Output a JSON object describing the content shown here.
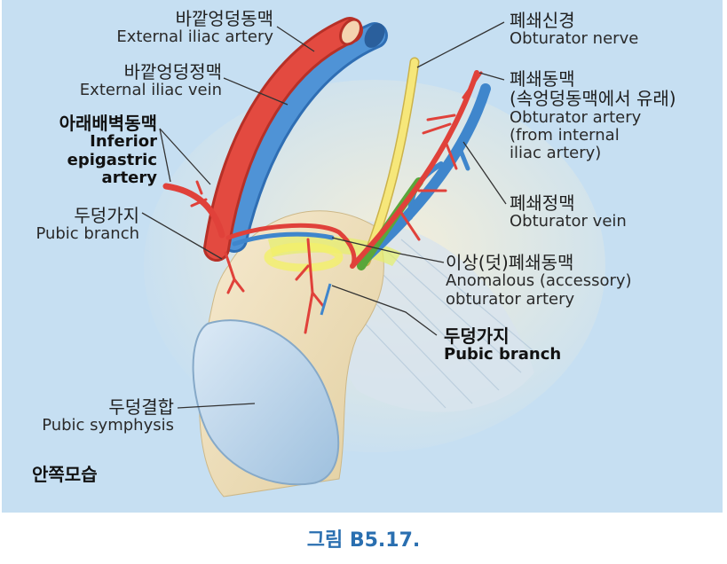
{
  "labels": {
    "ext_iliac_artery": {
      "ko": "바깥엉덩동맥",
      "en": "External iliac artery"
    },
    "ext_iliac_vein": {
      "ko": "바깥엉덩정맥",
      "en": "External iliac vein"
    },
    "inf_epigastric": {
      "ko": "아래배벽동맥",
      "en1": "Inferior",
      "en2": "epigastric",
      "en3": "artery"
    },
    "pubic_branch_left": {
      "ko": "두덩가지",
      "en": "Pubic branch"
    },
    "obturator_nerve": {
      "ko": "폐쇄신경",
      "en": "Obturator nerve"
    },
    "obturator_artery": {
      "ko1": "폐쇄동맥",
      "ko2": "(속엉덩동맥에서 유래)",
      "en1": "Obturator artery",
      "en2": "(from internal",
      "en3": "iliac artery)"
    },
    "obturator_vein": {
      "ko": "폐쇄정맥",
      "en": "Obturator vein"
    },
    "anomalous": {
      "ko": "이상(덧)폐쇄동맥",
      "en1": "Anomalous (accessory)",
      "en2": "obturator artery"
    },
    "pubic_branch_right": {
      "ko": "두덩가지",
      "en": "Pubic branch"
    },
    "pubic_symphysis": {
      "ko": "두덩결합",
      "en": "Pubic symphysis"
    },
    "view": "안쪽모습"
  },
  "caption": "그림 B5.17.",
  "colors": {
    "artery": "#e0413a",
    "vein": "#3f86cc",
    "nerve": "#f5e36a",
    "bone": "#f0e2bd",
    "background": "#c6dff2",
    "caption": "#2a6fb0"
  }
}
